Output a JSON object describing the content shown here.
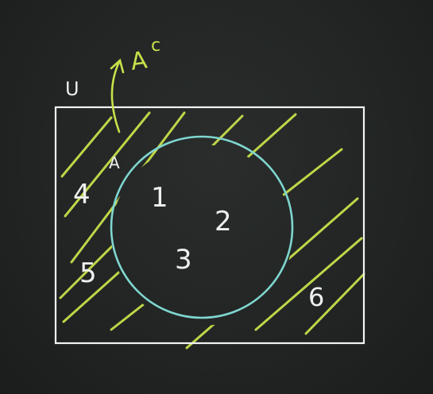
{
  "universal_set_label": "U",
  "set_label": "A",
  "complement_label_base": "A",
  "complement_label_sup": "c",
  "elements_in_A": [
    "1",
    "2",
    "3"
  ],
  "elements_outside_A": [
    "4",
    "5",
    "6"
  ],
  "colors": {
    "board": "#222524",
    "chalk_white": "#eef0ee",
    "universe_border": "#f2f2f2",
    "circle_outline": "#7fd6cf",
    "hatch": "#c8e04a"
  }
}
